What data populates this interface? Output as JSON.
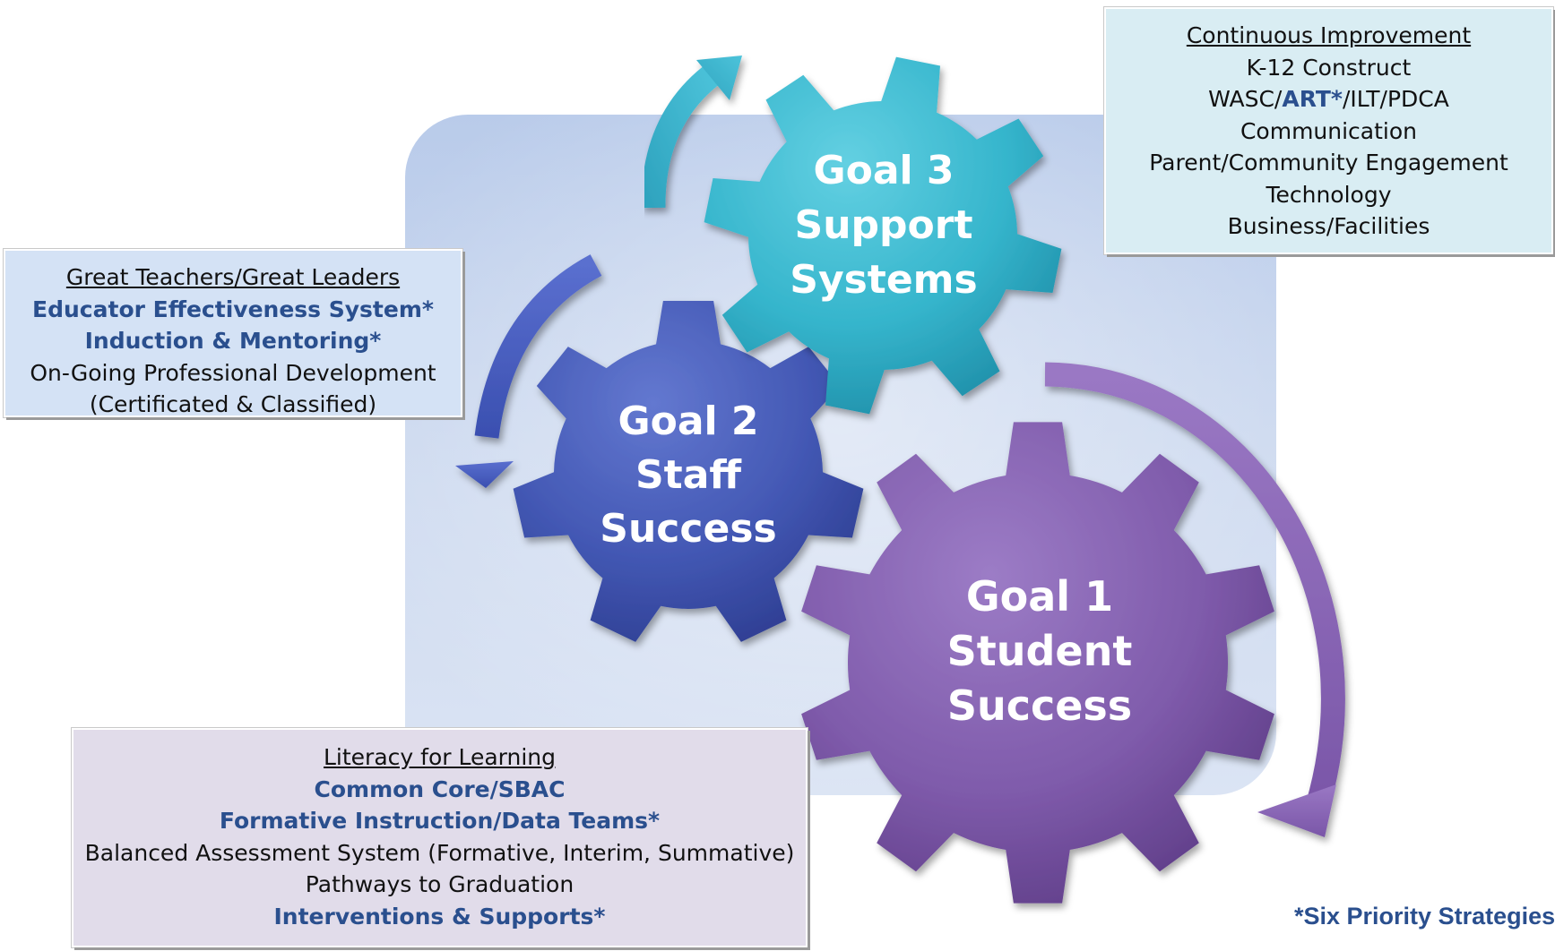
{
  "footnote": "*Six Priority Strategies",
  "colors": {
    "goal1_gear": "#7f5bab",
    "goal2_gear": "#4358b4",
    "goal3_gear": "#35b5cc",
    "accent_text": "#2a4f8e"
  },
  "gears": {
    "goal1": {
      "title": "Goal 1",
      "line2": "Student",
      "line3": "Success"
    },
    "goal2": {
      "title": "Goal 2",
      "line2": "Staff",
      "line3": "Success"
    },
    "goal3": {
      "title": "Goal 3",
      "line2": "Support",
      "line3": "Systems"
    }
  },
  "boxes": {
    "goal3": {
      "heading": "Continuous Improvement",
      "items": [
        "K-12 Construct",
        {
          "pre": "WASC/",
          "hl": "ART*",
          "post": "/ILT/PDCA"
        },
        "Communication",
        "Parent/Community Engagement",
        "Technology",
        "Business/Facilities"
      ]
    },
    "goal2": {
      "heading": "Great Teachers/Great Leaders",
      "strategy1": "Educator Effectiveness System*",
      "strategy2": "Induction & Mentoring*",
      "item1": "On-Going Professional Development",
      "item2": "(Certificated & Classified)"
    },
    "goal1": {
      "heading": "Literacy for Learning",
      "strategy1": "Common Core/SBAC",
      "strategy2": "Formative Instruction/Data Teams*",
      "item1": "Balanced Assessment System (Formative, Interim, Summative)",
      "item2": "Pathways to Graduation",
      "strategy3": "Interventions & Supports*"
    }
  }
}
